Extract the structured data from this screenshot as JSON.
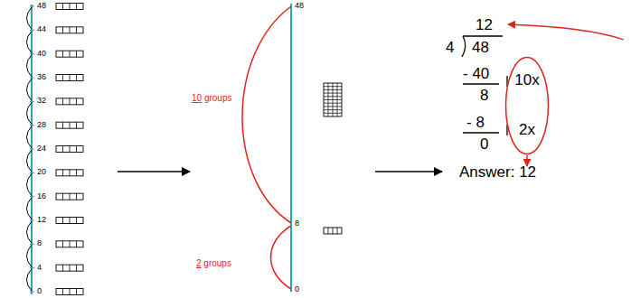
{
  "diagram": {
    "nodes": [
      {
        "text": [
          "10x",
          "2x"
        ]
      }
    ],
    "labels": [
      "48",
      "44",
      "40",
      "36",
      "32",
      "28",
      "24",
      "20",
      "16",
      "12",
      "8",
      "4",
      "0",
      "48",
      "8",
      "0",
      "10 groups",
      "2 groups",
      "12",
      "4",
      "48",
      "- 40",
      "8",
      "- 8",
      "0",
      "Answer: 12"
    ]
  }
}
